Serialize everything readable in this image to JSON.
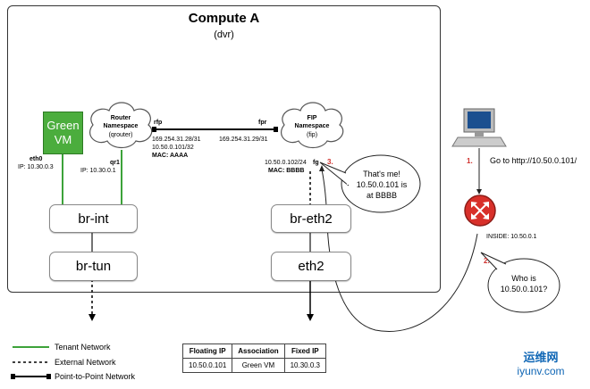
{
  "title": "Compute A",
  "subtitle": "(dvr)",
  "green_vm": {
    "label": "Green\nVM",
    "iface": "eth0",
    "ip": "IP: 10.30.0.3"
  },
  "router": {
    "title": "Router\nNamespace",
    "name": "(qrouter)",
    "qr_iface": "qr1",
    "qr_ip": "IP: 10.30.0.1",
    "rfp": "rfp",
    "rfp_ip1": "169.254.31.28/31",
    "rfp_ip2": "10.50.0.101/32",
    "rfp_mac": "MAC: AAAA"
  },
  "fip_ns": {
    "title": "FIP\nNamespace",
    "name": "(fip)",
    "fpr": "fpr",
    "fpr_ip": "169.254.31.29/31",
    "fg_ip": "10.50.0.102/24",
    "fg": "fg",
    "fg_mac": "MAC: BBBB"
  },
  "bridges": {
    "br_int": "br-int",
    "br_tun": "br-tun",
    "br_eth2": "br-eth2",
    "eth2": "eth2"
  },
  "bubbles": {
    "thats_me": "That's me!\n10.50.0.101 is\nat BBBB",
    "who_is": "Who is\n10.50.0.101?"
  },
  "steps": {
    "s1": "1.",
    "s1_text": "Go to http://10.50.0.101/",
    "s2": "2.",
    "s3": "3."
  },
  "inside_router": {
    "label": "INSIDE: 10.50.0.1"
  },
  "legend": {
    "tenant": "Tenant Network",
    "external": "External Network",
    "p2p": "Point-to-Point Network"
  },
  "fip_table": {
    "headers": [
      "Floating IP",
      "Association",
      "Fixed IP"
    ],
    "rows": [
      [
        "10.50.0.101",
        "Green VM",
        "10.30.0.3"
      ]
    ]
  },
  "watermark": {
    "cn": "运维网",
    "url": "iyunv.com"
  },
  "colors": {
    "tenant": "#3da33a",
    "step": "#d0312d",
    "router_red": "#d8302a"
  }
}
